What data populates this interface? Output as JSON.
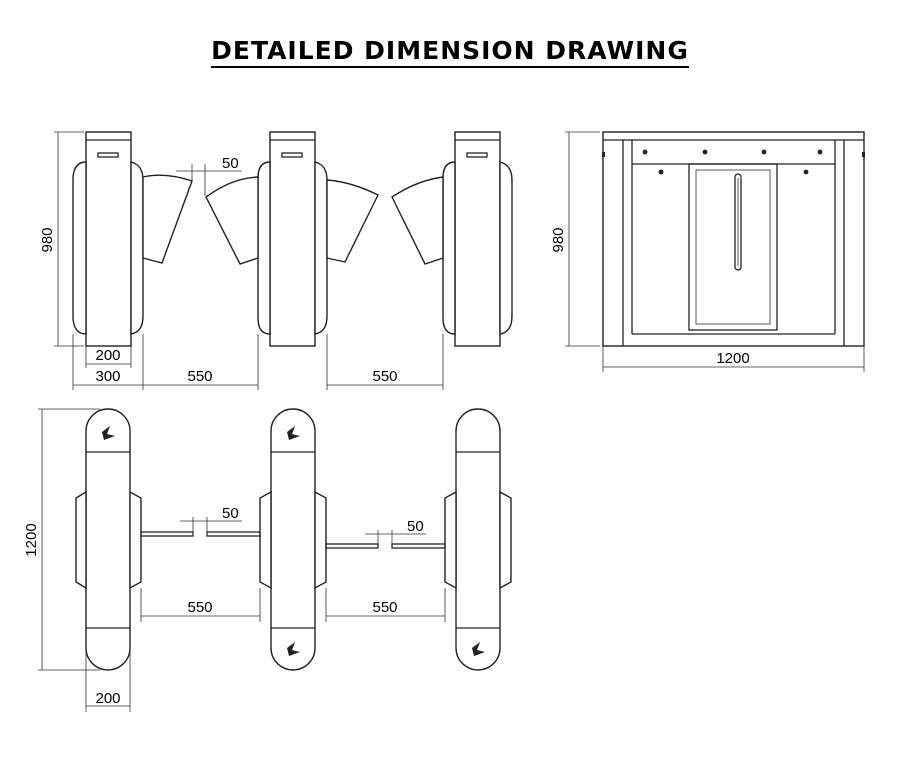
{
  "title": "DETAILED DIMENSION DRAWING",
  "front_view": {
    "height": "980",
    "base_width": "200",
    "cabinet_width": "300",
    "gap_left": "550",
    "gap_right": "550",
    "flap_gap": "50"
  },
  "side_view": {
    "height": "980",
    "width": "1200"
  },
  "top_view": {
    "length": "1200",
    "width": "200",
    "gap_left": "550",
    "gap_right": "550",
    "flap_gap_left": "50",
    "flap_gap_right": "50"
  }
}
